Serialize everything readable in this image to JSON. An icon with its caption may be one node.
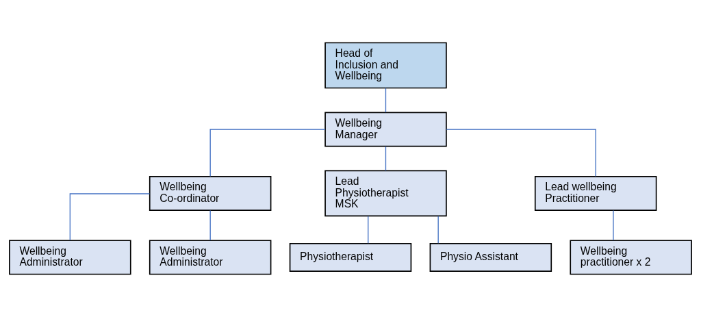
{
  "diagram": {
    "nodes": [
      {
        "text": [
          "Head of Inclusion and Wellbeing"
        ]
      },
      {
        "text": [
          "Wellbeing Manager"
        ]
      },
      {
        "text": [
          "Wellbeing Co-ordinator"
        ]
      },
      {
        "text": [
          "Lead Physiotherapist MSK"
        ]
      },
      {
        "text": [
          "Lead wellbeing Practitioner"
        ]
      },
      {
        "text": [
          "Wellbeing Administrator"
        ]
      },
      {
        "text": [
          "Wellbeing Administrator"
        ]
      },
      {
        "text": [
          "Physiotherapist"
        ]
      },
      {
        "text": [
          "Physio Assistant"
        ]
      },
      {
        "text": [
          "Wellbeing practitioner x 2"
        ]
      }
    ],
    "edges": [
      {
        "from": 0,
        "to": 1,
        "arrow": "none"
      },
      {
        "from": 1,
        "to": 2,
        "arrow": "none"
      },
      {
        "from": 1,
        "to": 3,
        "arrow": "none"
      },
      {
        "from": 1,
        "to": 4,
        "arrow": "none"
      },
      {
        "from": 2,
        "to": 5,
        "arrow": "none"
      },
      {
        "from": 2,
        "to": 6,
        "arrow": "none"
      },
      {
        "from": 3,
        "to": 7,
        "arrow": "none"
      },
      {
        "from": 3,
        "to": 8,
        "arrow": "none"
      },
      {
        "from": 4,
        "to": 9,
        "arrow": "none"
      }
    ]
  }
}
